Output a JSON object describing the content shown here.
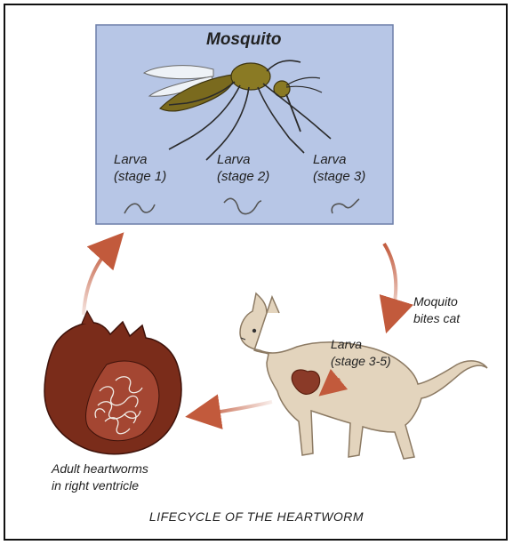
{
  "diagram": {
    "title": "LIFECYCLE OF THE HEARTWORM",
    "mosquito_label": "Mosquito",
    "larva_stages": [
      {
        "line1": "Larva",
        "line2": "(stage 1)"
      },
      {
        "line1": "Larva",
        "line2": "(stage 2)"
      },
      {
        "line1": "Larva",
        "line2": "(stage 3)"
      }
    ],
    "bite_label": {
      "line1": "Moquito",
      "line2": "bites cat"
    },
    "cat_larva_label": {
      "line1": "Larva",
      "line2": "(stage 3-5)"
    },
    "heart_label": {
      "line1": "Adult heartworms",
      "line2": "in right ventricle"
    }
  },
  "colors": {
    "mosquito_panel": "#b7c6e6",
    "arrow": "#c25a3c",
    "heart": "#7a2c1a",
    "cat": "#e3d4bd",
    "mosquito_body": "#7a6a1e"
  }
}
